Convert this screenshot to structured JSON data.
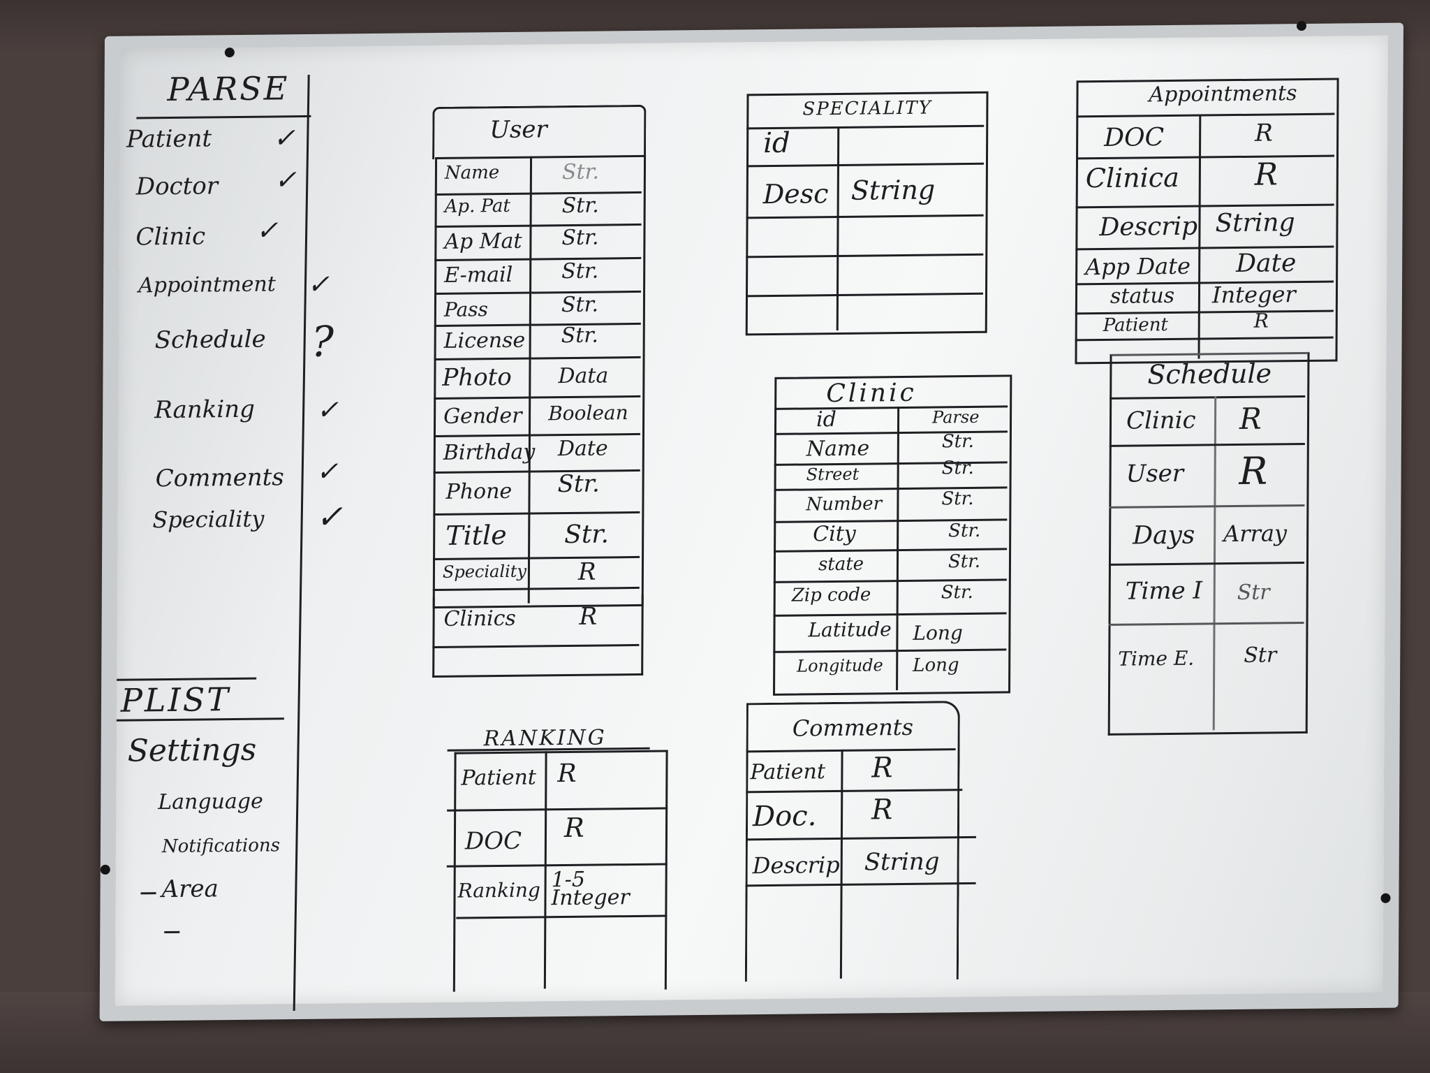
{
  "parse": {
    "title": "PARSE",
    "items": [
      {
        "label": "Patient",
        "mark": "✓"
      },
      {
        "label": "Doctor",
        "mark": "✓"
      },
      {
        "label": "Clinic",
        "mark": "✓"
      },
      {
        "label": "Appointment",
        "mark": "✓"
      },
      {
        "label": "Schedule",
        "mark": "?"
      },
      {
        "label": "Ranking",
        "mark": "✓"
      },
      {
        "label": "Comments",
        "mark": "✓"
      },
      {
        "label": "Speciality",
        "mark": "✓"
      }
    ]
  },
  "plist": {
    "title": "PLIST",
    "heading": "Settings",
    "items": [
      "Language",
      "Notifications",
      "Area",
      ""
    ]
  },
  "user": {
    "title": "User",
    "rows": [
      [
        "Name",
        "Str."
      ],
      [
        "Ap. Pat",
        "Str."
      ],
      [
        "Ap Mat",
        "Str."
      ],
      [
        "E-mail",
        "Str."
      ],
      [
        "Pass",
        "Str."
      ],
      [
        "License",
        "Str."
      ],
      [
        "Photo",
        "Data"
      ],
      [
        "Gender",
        "Boolean"
      ],
      [
        "Birthday",
        "Date"
      ],
      [
        "Phone",
        "Str."
      ],
      [
        "Title",
        "Str."
      ],
      [
        "Speciality",
        "R"
      ],
      [
        "Clinics",
        "R"
      ]
    ]
  },
  "speciality": {
    "title": "SPECIALITY",
    "rows": [
      [
        "id",
        ""
      ],
      [
        "Desc",
        "String"
      ]
    ]
  },
  "appointments": {
    "title": "Appointments",
    "rows": [
      [
        "DOC",
        "R"
      ],
      [
        "Clinica",
        "R"
      ],
      [
        "Descrip",
        "String"
      ],
      [
        "App Date",
        "Date"
      ],
      [
        "status",
        "Integer"
      ],
      [
        "Patient",
        "R"
      ]
    ]
  },
  "clinic": {
    "title": "Clinic",
    "rows": [
      [
        "id",
        "Parse"
      ],
      [
        "Name",
        "Str."
      ],
      [
        "Street",
        "Str."
      ],
      [
        "Number",
        "Str."
      ],
      [
        "City",
        "Str."
      ],
      [
        "state",
        "Str."
      ],
      [
        "Zip code",
        "Str."
      ],
      [
        "Latitude",
        "Long"
      ],
      [
        "Longitude",
        "Long"
      ]
    ]
  },
  "schedule": {
    "title": "Schedule",
    "rows": [
      [
        "Clinic",
        "R"
      ],
      [
        "User",
        "R"
      ],
      [
        "Days",
        "Array"
      ],
      [
        "Time I",
        "Str"
      ],
      [
        "Time E.",
        "Str"
      ]
    ]
  },
  "ranking": {
    "title": "RANKING",
    "rows": [
      [
        "Patient",
        "R"
      ],
      [
        "DOC",
        "R"
      ],
      [
        "Ranking",
        "1-5 Integer"
      ]
    ]
  },
  "comments": {
    "title": "Comments",
    "rows": [
      [
        "Patient",
        "R"
      ],
      [
        "Doc.",
        "R"
      ],
      [
        "Descrip",
        "String"
      ]
    ]
  }
}
